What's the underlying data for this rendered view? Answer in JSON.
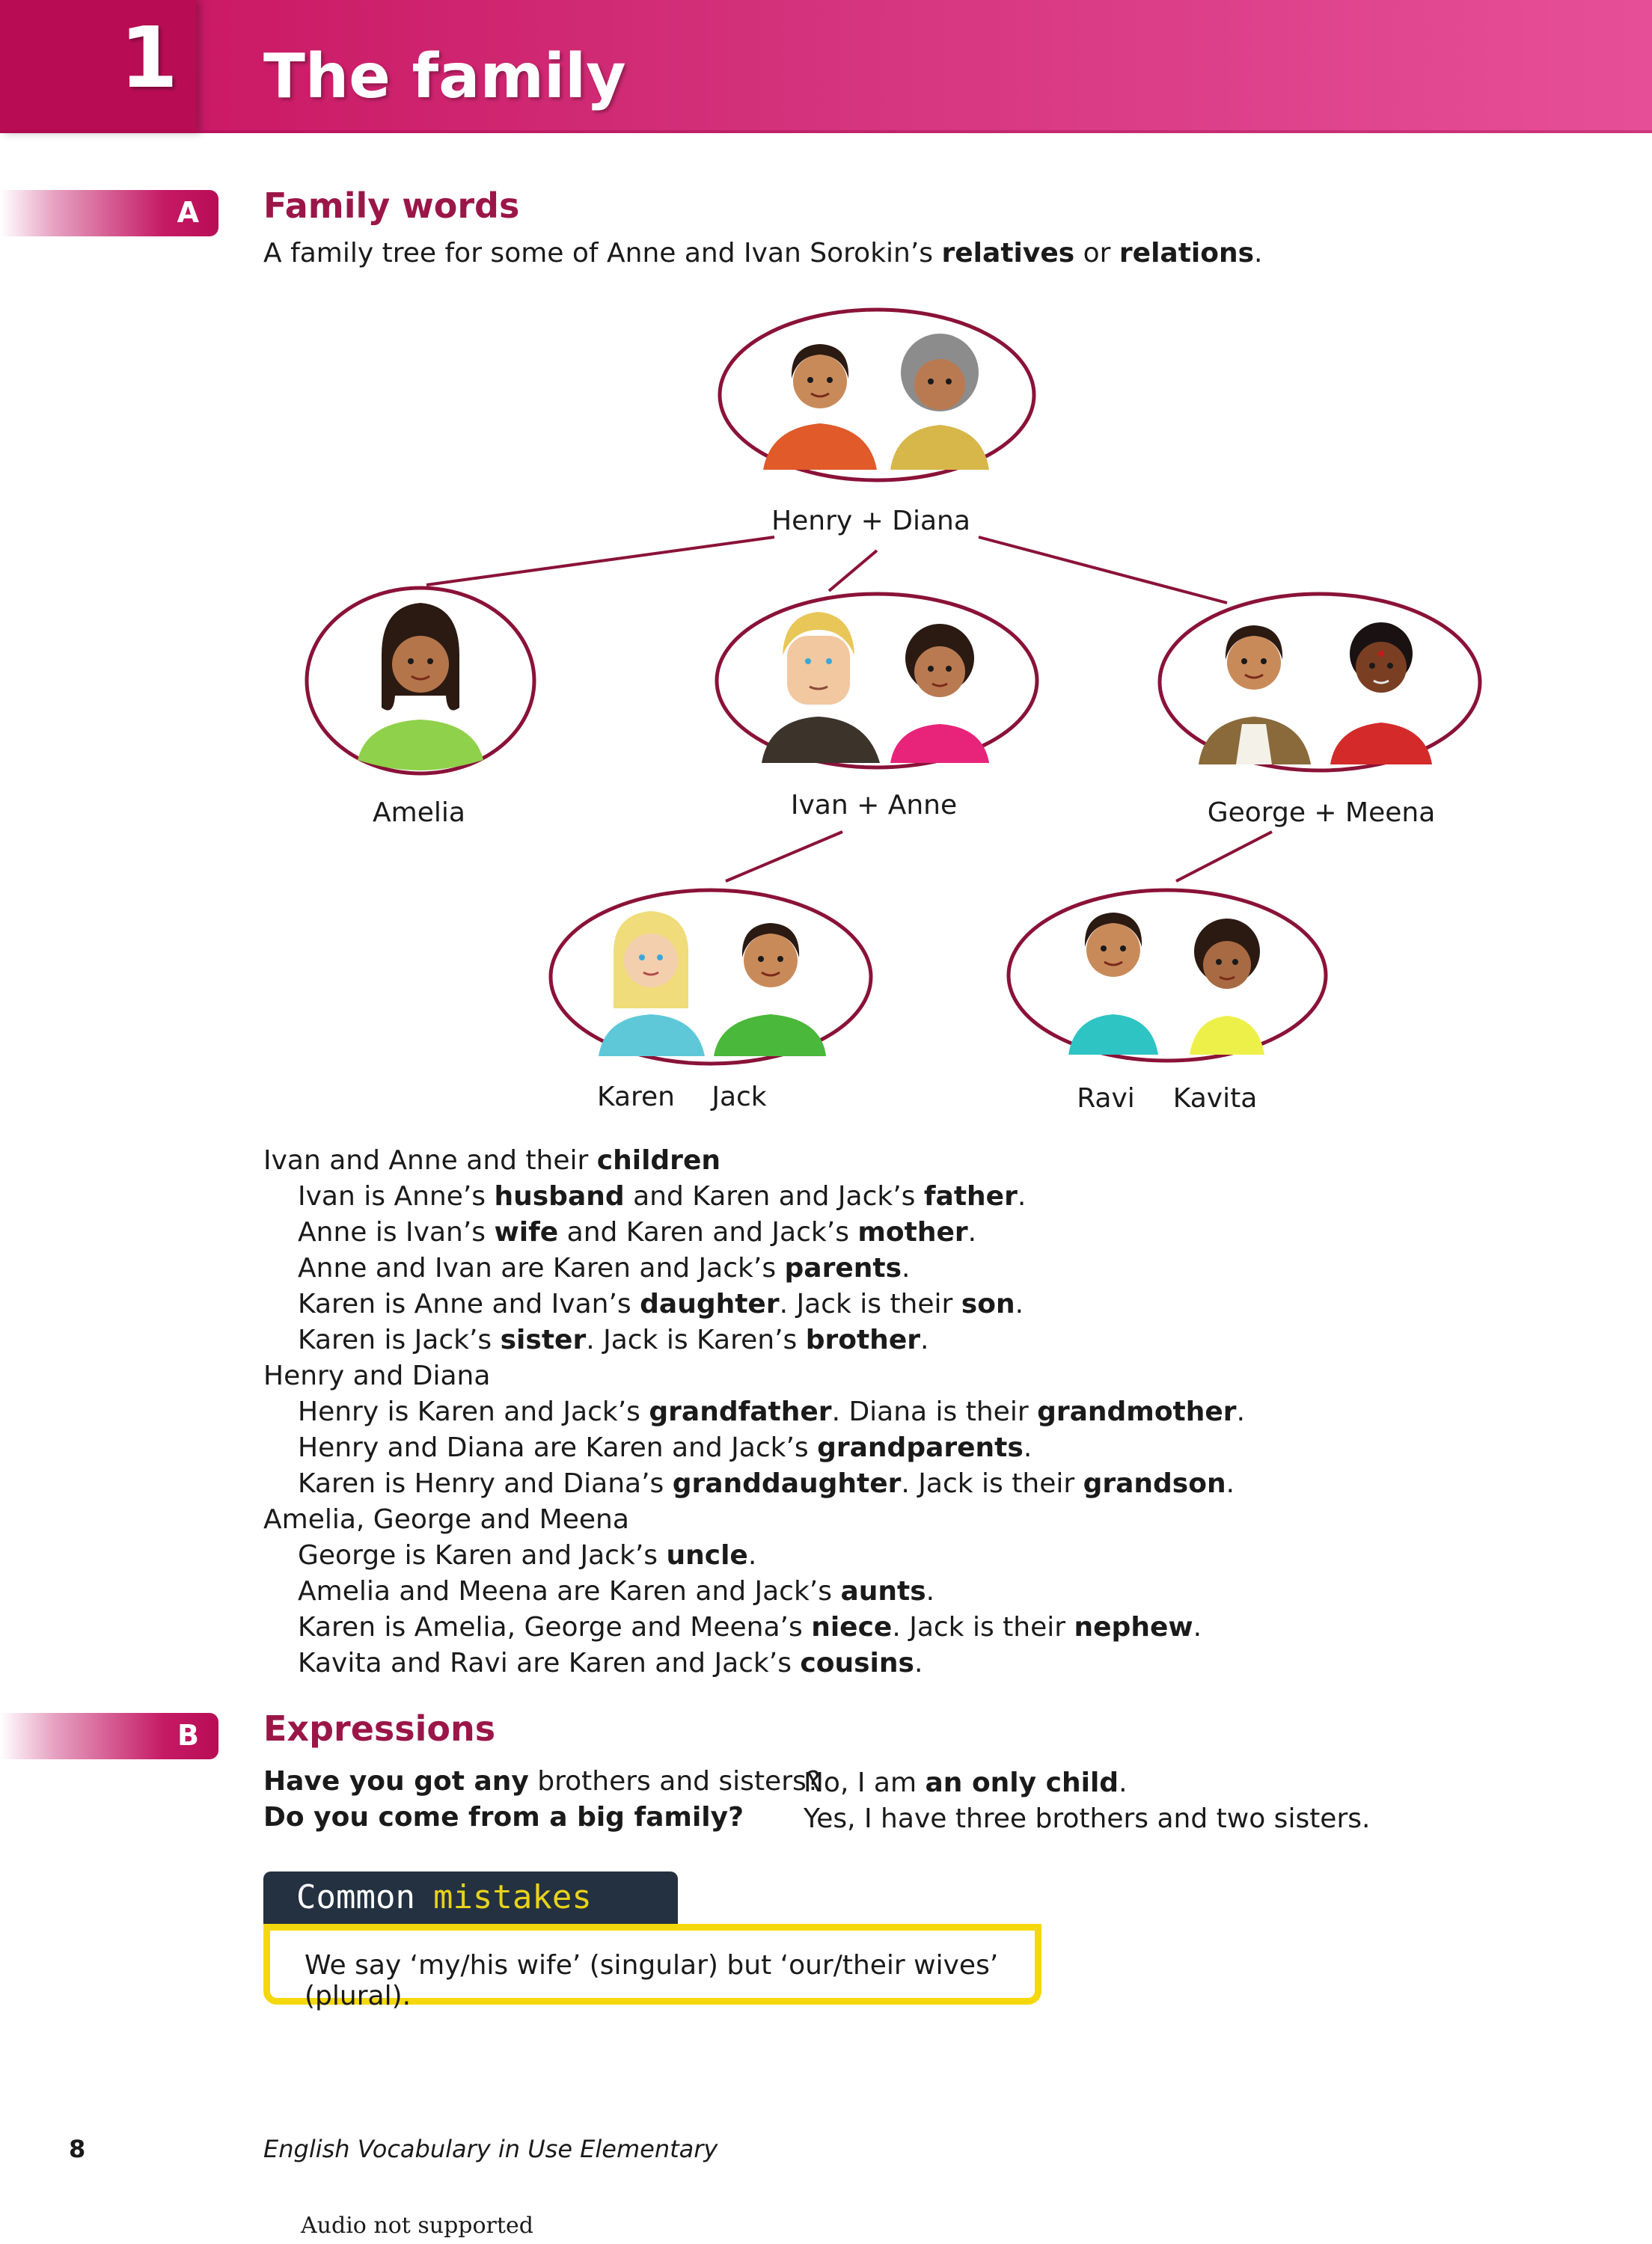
{
  "header": {
    "unit_number": "1",
    "title": "The family"
  },
  "section_a": {
    "letter": "A",
    "heading": "Family words",
    "intro": [
      {
        "t": "A family tree for some of Anne and Ivan Sorokin’s ",
        "b": false
      },
      {
        "t": "relatives",
        "b": true
      },
      {
        "t": " or ",
        "b": false
      },
      {
        "t": "relations",
        "b": true
      },
      {
        "t": ".",
        "b": false
      }
    ]
  },
  "tree": {
    "labels": {
      "henry_diana": "Henry + Diana",
      "amelia": "Amelia",
      "ivan_anne": "Ivan + Anne",
      "george_meena": "George + Meena",
      "karen": "Karen",
      "jack": "Jack",
      "ravi": "Ravi",
      "kavita": "Kavita"
    }
  },
  "explanations": [
    {
      "head": [
        {
          "t": "Ivan and Anne and their ",
          "b": false
        },
        {
          "t": "children",
          "b": true
        }
      ],
      "lines": [
        [
          {
            "t": "Ivan is Anne’s ",
            "b": false
          },
          {
            "t": "husband",
            "b": true
          },
          {
            "t": " and Karen and Jack’s ",
            "b": false
          },
          {
            "t": "father",
            "b": true
          },
          {
            "t": ".",
            "b": false
          }
        ],
        [
          {
            "t": "Anne is Ivan’s ",
            "b": false
          },
          {
            "t": "wife",
            "b": true
          },
          {
            "t": " and Karen and Jack’s ",
            "b": false
          },
          {
            "t": "mother",
            "b": true
          },
          {
            "t": ".",
            "b": false
          }
        ],
        [
          {
            "t": "Anne and Ivan are Karen and Jack’s ",
            "b": false
          },
          {
            "t": "parents",
            "b": true
          },
          {
            "t": ".",
            "b": false
          }
        ],
        [
          {
            "t": "Karen is Anne and Ivan’s ",
            "b": false
          },
          {
            "t": "daughter",
            "b": true
          },
          {
            "t": ". Jack is their ",
            "b": false
          },
          {
            "t": "son",
            "b": true
          },
          {
            "t": ".",
            "b": false
          }
        ],
        [
          {
            "t": "Karen is Jack’s ",
            "b": false
          },
          {
            "t": "sister",
            "b": true
          },
          {
            "t": ". Jack is Karen’s ",
            "b": false
          },
          {
            "t": "brother",
            "b": true
          },
          {
            "t": ".",
            "b": false
          }
        ]
      ]
    },
    {
      "head": [
        {
          "t": "Henry and Diana",
          "b": false
        }
      ],
      "lines": [
        [
          {
            "t": "Henry is Karen and Jack’s ",
            "b": false
          },
          {
            "t": "grandfather",
            "b": true
          },
          {
            "t": ". Diana is their ",
            "b": false
          },
          {
            "t": "grandmother",
            "b": true
          },
          {
            "t": ".",
            "b": false
          }
        ],
        [
          {
            "t": "Henry and Diana are Karen and Jack’s ",
            "b": false
          },
          {
            "t": "grandparents",
            "b": true
          },
          {
            "t": ".",
            "b": false
          }
        ],
        [
          {
            "t": "Karen is Henry and Diana’s ",
            "b": false
          },
          {
            "t": "granddaughter",
            "b": true
          },
          {
            "t": ". Jack is their ",
            "b": false
          },
          {
            "t": "grandson",
            "b": true
          },
          {
            "t": ".",
            "b": false
          }
        ]
      ]
    },
    {
      "head": [
        {
          "t": "Amelia, George and Meena",
          "b": false
        }
      ],
      "lines": [
        [
          {
            "t": "George is Karen and Jack’s ",
            "b": false
          },
          {
            "t": "uncle",
            "b": true
          },
          {
            "t": ".",
            "b": false
          }
        ],
        [
          {
            "t": "Amelia and Meena are Karen and Jack’s ",
            "b": false
          },
          {
            "t": "aunts",
            "b": true
          },
          {
            "t": ".",
            "b": false
          }
        ],
        [
          {
            "t": "Karen is Amelia, George and Meena’s ",
            "b": false
          },
          {
            "t": "niece",
            "b": true
          },
          {
            "t": ". Jack is their ",
            "b": false
          },
          {
            "t": "nephew",
            "b": true
          },
          {
            "t": ".",
            "b": false
          }
        ],
        [
          {
            "t": "Kavita and Ravi are Karen and Jack’s ",
            "b": false
          },
          {
            "t": "cousins",
            "b": true
          },
          {
            "t": ".",
            "b": false
          }
        ]
      ]
    }
  ],
  "section_b": {
    "letter": "B",
    "heading": "Expressions",
    "questions": [
      [
        {
          "t": "Have you got any",
          "b": true
        },
        {
          "t": " brothers and sisters?",
          "b": false
        }
      ],
      [
        {
          "t": "Do you come from a big family?",
          "b": true
        }
      ]
    ],
    "answers": [
      [
        {
          "t": "No, I am ",
          "b": false
        },
        {
          "t": "an only child",
          "b": true
        },
        {
          "t": ".",
          "b": false
        }
      ],
      [
        {
          "t": "Yes, I have three brothers and two sisters.",
          "b": false
        }
      ]
    ]
  },
  "common_mistakes": {
    "label_word1": "Common",
    "label_word2": "mistakes",
    "text": "We say ‘my/his wife’ (singular) but ‘our/their wives’ (plural)."
  },
  "footer": {
    "page_number": "8",
    "book_title": "English Vocabulary in Use Elementary",
    "audio_note": "Audio not supported"
  },
  "colors": {
    "brand": "#c8115e",
    "heading": "#9b1648",
    "tree_line": "#8a1238",
    "mistakes_border": "#f4d80d"
  }
}
